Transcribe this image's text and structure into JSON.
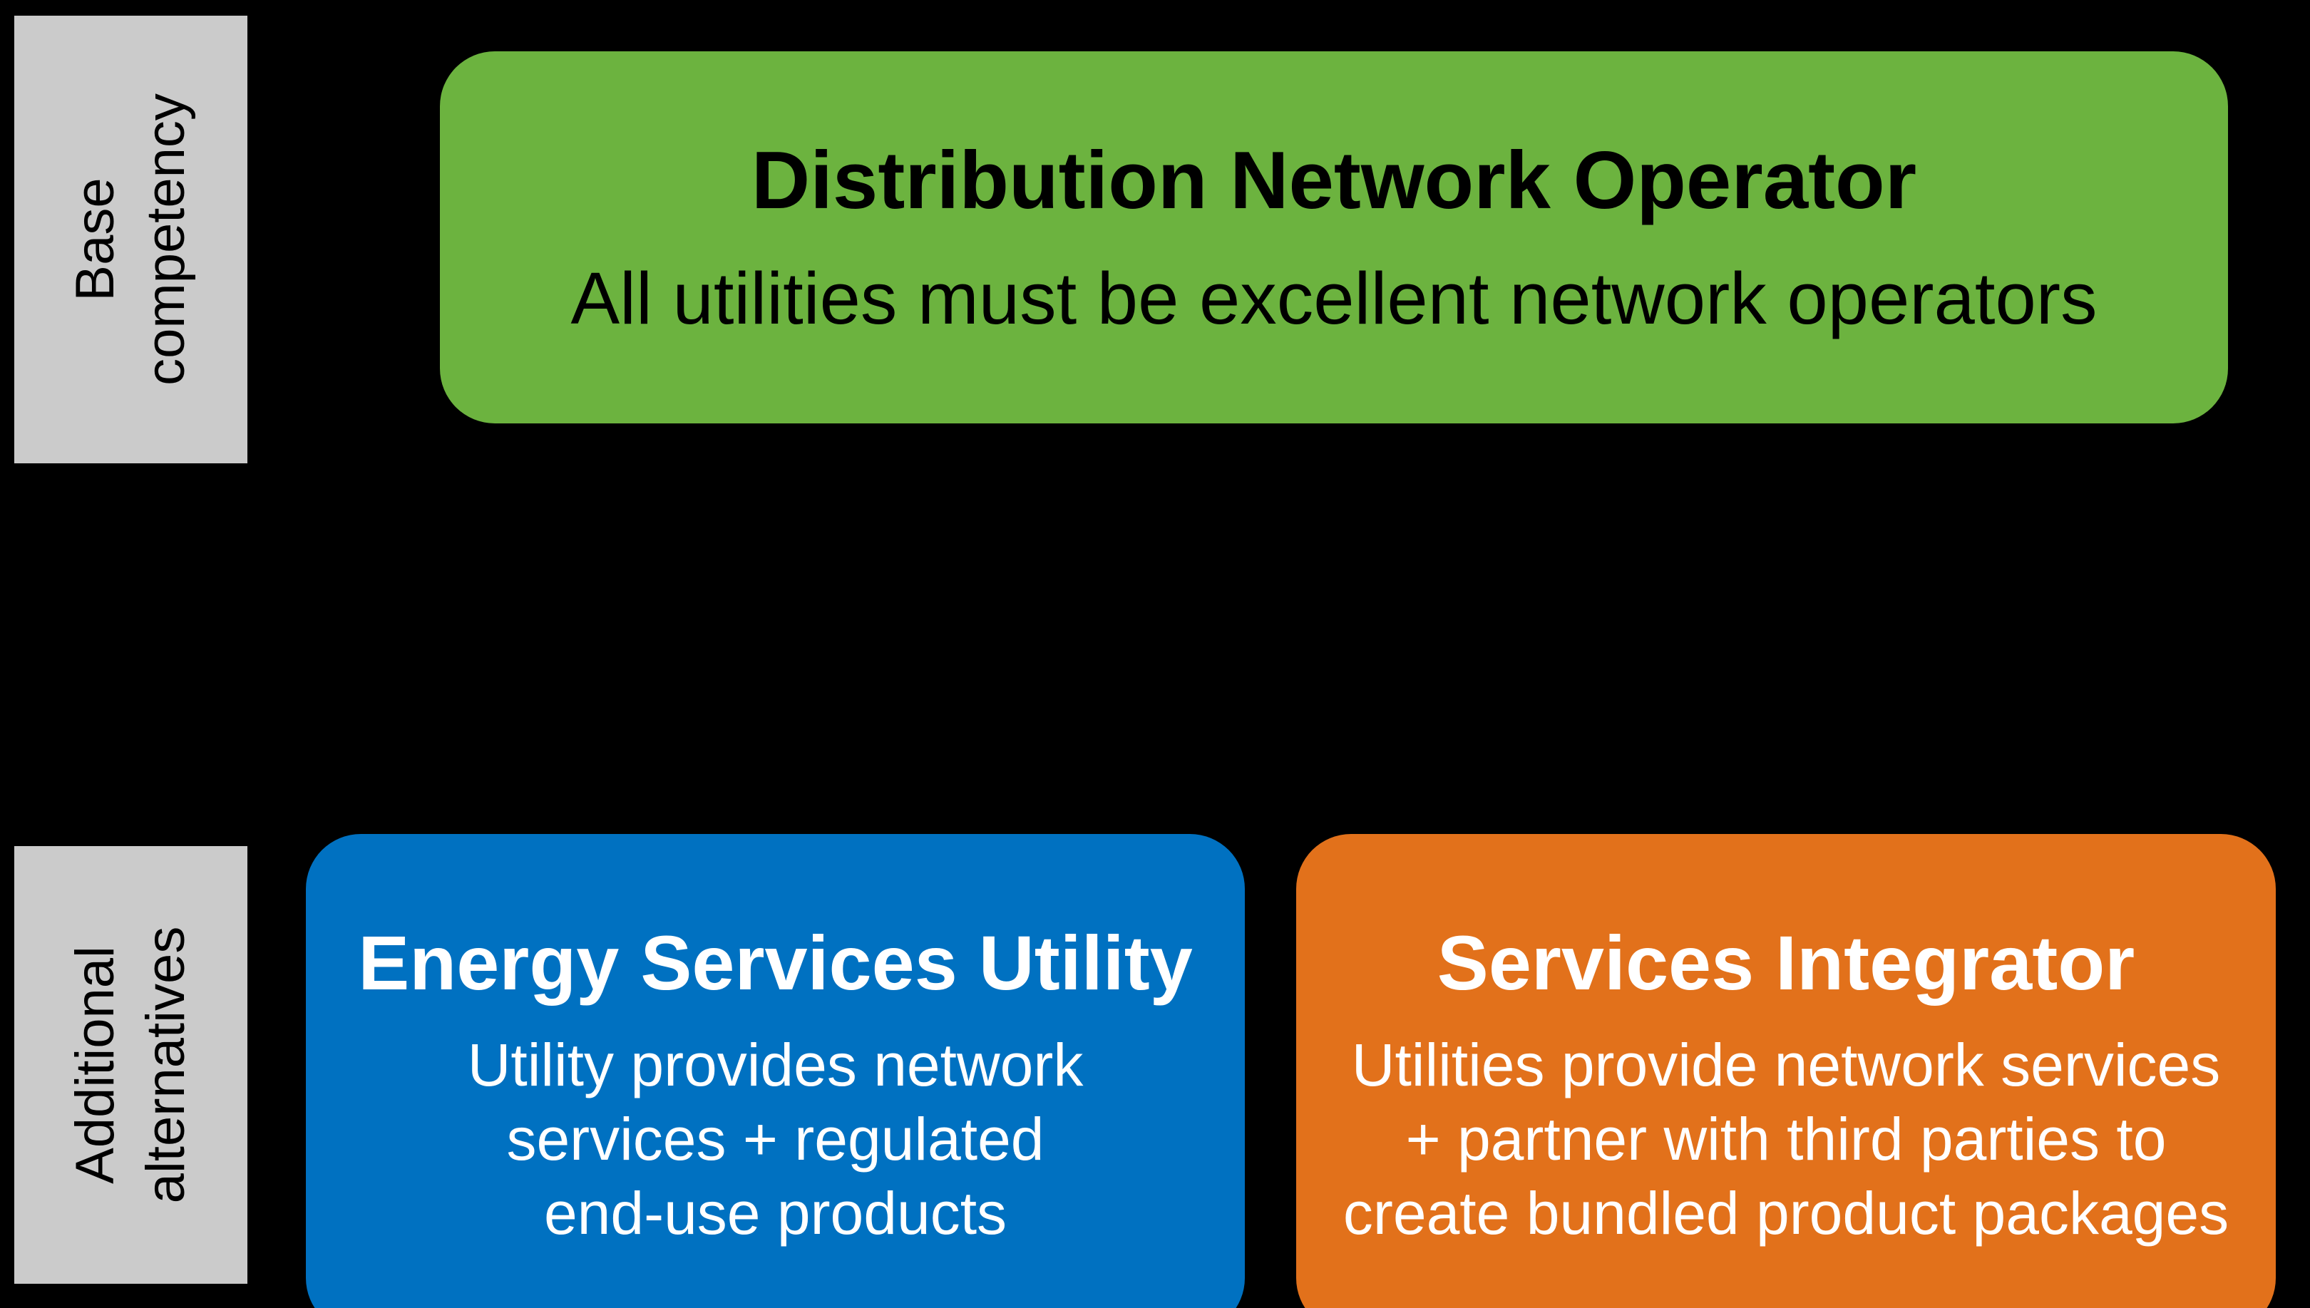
{
  "background_color": "#000000",
  "row_labels": [
    {
      "line1": "Base",
      "line2": "competency",
      "bg_color": "#CBCBCB",
      "text_color": "#000000"
    },
    {
      "line1": "Additional",
      "line2": "alternatives",
      "bg_color": "#CBCBCB",
      "text_color": "#000000"
    }
  ],
  "boxes": {
    "dno": {
      "title": "Distribution Network Operator",
      "subtitle": "All utilities must be excellent network operators",
      "bg_color": "#6CB33F",
      "text_color": "#000000"
    },
    "esu": {
      "title": "Energy Services Utility",
      "body_lines": [
        "Utility provides network",
        "services + regulated",
        "end-use products"
      ],
      "bg_color": "#0071C1",
      "text_color": "#FFFFFF"
    },
    "si": {
      "title": "Services Integrator",
      "body_lines": [
        "Utilities provide network services",
        "+ partner with third parties to",
        "create bundled product packages"
      ],
      "bg_color": "#E2711B",
      "text_color": "#FFFFFF"
    }
  }
}
